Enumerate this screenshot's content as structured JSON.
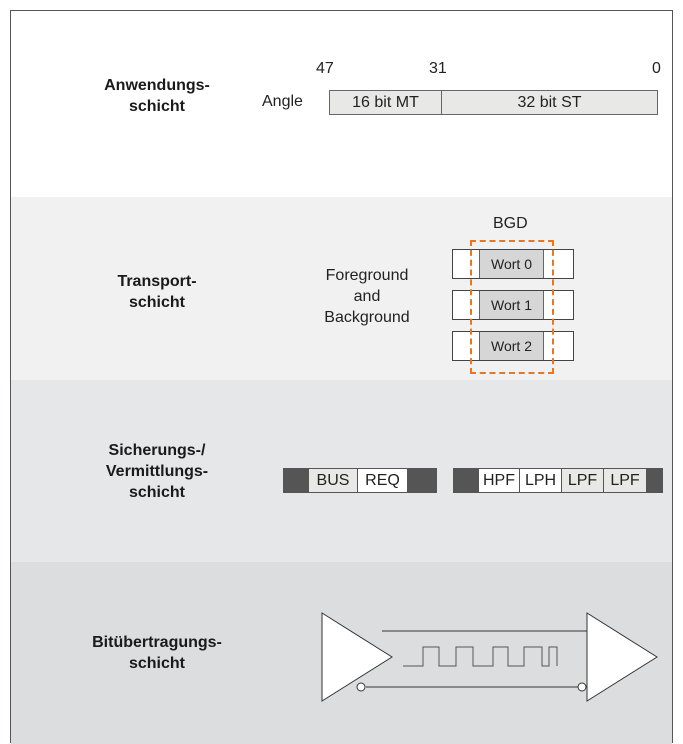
{
  "layers": {
    "application": "Anwendungs-\nschicht",
    "transport": "Transport-\nschicht",
    "data_link": "Sicherungs-/\nVermittlungs-\nschicht",
    "physical": "Bitübertragungs-\nschicht"
  },
  "application": {
    "bit_markers": [
      "47",
      "31",
      "0"
    ],
    "angle_label": "Angle",
    "fields": [
      "16 bit MT",
      "32 bit ST"
    ]
  },
  "transport": {
    "bgd_label": "BGD",
    "description": "Foreground\nand\nBackground",
    "words": [
      "Wort 0",
      "Wort 1",
      "Wort 2"
    ]
  },
  "data_link": {
    "frame1": [
      "BUS",
      "REQ"
    ],
    "frame2": [
      "HPF",
      "LPH",
      "LPF",
      "LPF"
    ]
  },
  "colors": {
    "highlight_dashed": "#e87722",
    "field_fill": "#e8e8e6",
    "dark_block": "#555555"
  }
}
